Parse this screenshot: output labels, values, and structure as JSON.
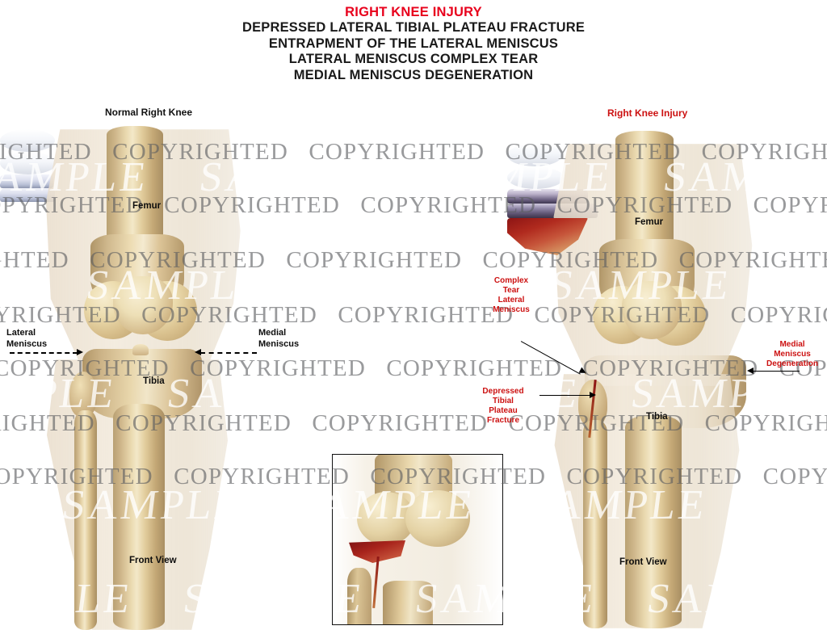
{
  "title": {
    "line1": "RIGHT KNEE INJURY",
    "line2": "DEPRESSED LATERAL TIBIAL PLATEAU FRACTURE",
    "line3": "ENTRAPMENT OF THE LATERAL MENISCUS",
    "line4": "LATERAL MENISCUS COMPLEX TEAR",
    "line5": "MEDIAL MENISCUS DEGENERATION",
    "accent_color": "#e8001c",
    "text_color": "#1a1a1a"
  },
  "panels": {
    "left": {
      "heading": "Normal Right Knee",
      "heading_color": "#111111",
      "caption": "Front View",
      "labels": {
        "femur": "Femur",
        "tibia": "Tibia",
        "lateral_meniscus_l1": "Lateral",
        "lateral_meniscus_l2": "Meniscus",
        "medial_meniscus_l1": "Medial",
        "medial_meniscus_l2": "Meniscus"
      }
    },
    "right": {
      "heading": "Right Knee Injury",
      "heading_color": "#cc1111",
      "caption": "Front View",
      "labels": {
        "femur": "Femur",
        "tibia": "Tibia",
        "complex_tear_l1": "Complex",
        "complex_tear_l2": "Tear",
        "complex_tear_l3": "Lateral",
        "complex_tear_l4": "Meniscus",
        "depressed_fx_l1": "Depressed",
        "depressed_fx_l2": "Tibial",
        "depressed_fx_l3": "Plateau",
        "depressed_fx_l4": "Fracture",
        "medial_degen_l1": "Medial",
        "medial_degen_l2": "Meniscus",
        "medial_degen_l3": "Degeneration"
      }
    }
  },
  "inset": {
    "name": "bone-only-fracture-detail"
  },
  "watermark": {
    "copyright_text": "COPYRIGHTED",
    "sample_text": "SAMPLE",
    "copyright_color": "#5a5c5f",
    "sample_color": "#ffffff"
  }
}
